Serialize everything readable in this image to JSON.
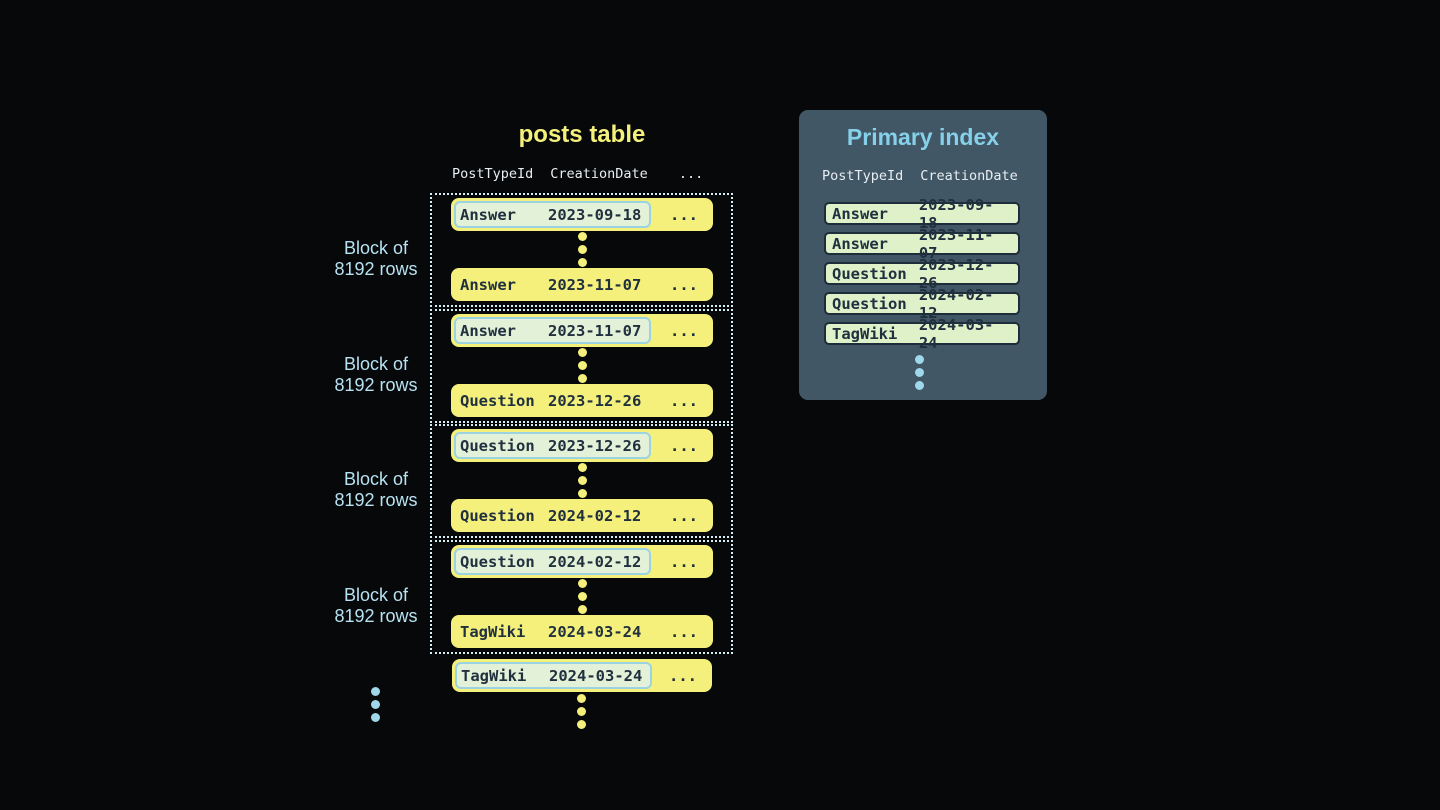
{
  "diagram": {
    "posts_table": {
      "title": "posts table",
      "header": {
        "col1": "PostTypeId",
        "col2": "CreationDate",
        "more": "..."
      },
      "blocks": [
        {
          "label_line1": "Block of",
          "label_line2": "8192 rows",
          "first_row": {
            "type": "Answer",
            "date": "2023-09-18",
            "more": "..."
          },
          "last_row": {
            "type": "Answer",
            "date": "2023-11-07",
            "more": "..."
          }
        },
        {
          "label_line1": "Block of",
          "label_line2": "8192 rows",
          "first_row": {
            "type": "Answer",
            "date": "2023-11-07",
            "more": "..."
          },
          "last_row": {
            "type": "Question",
            "date": "2023-12-26",
            "more": "..."
          }
        },
        {
          "label_line1": "Block of",
          "label_line2": "8192 rows",
          "first_row": {
            "type": "Question",
            "date": "2023-12-26",
            "more": "..."
          },
          "last_row": {
            "type": "Question",
            "date": "2024-02-12",
            "more": "..."
          }
        },
        {
          "label_line1": "Block of",
          "label_line2": "8192 rows",
          "first_row": {
            "type": "Question",
            "date": "2024-02-12",
            "more": "..."
          },
          "last_row": {
            "type": "TagWiki",
            "date": "2024-03-24",
            "more": "..."
          }
        }
      ],
      "next_block_first_row": {
        "type": "TagWiki",
        "date": "2024-03-24",
        "more": "..."
      }
    },
    "primary_index": {
      "title": "Primary index",
      "header": {
        "col1": "PostTypeId",
        "col2": "CreationDate"
      },
      "rows": [
        {
          "type": "Answer",
          "date": "2023-09-18"
        },
        {
          "type": "Answer",
          "date": "2023-11-07"
        },
        {
          "type": "Question",
          "date": "2023-12-26"
        },
        {
          "type": "Question",
          "date": "2024-02-12"
        },
        {
          "type": "TagWiki",
          "date": "2024-03-24"
        }
      ]
    },
    "colors": {
      "background": "#060809",
      "row_yellow": "#f4f07b",
      "row_text": "#20303e",
      "highlight_fill": "#e3f1d8",
      "highlight_border": "#9cd3e3",
      "block_border": "#d7edf5",
      "label_blue": "#b7e2f1",
      "header_text": "#e8edf1",
      "panel_background": "#425766",
      "panel_title": "#86d1ea",
      "index_pill_fill": "#def1c9",
      "index_pill_border": "#1d2d39",
      "dot_blue": "#9fd7eb"
    }
  }
}
